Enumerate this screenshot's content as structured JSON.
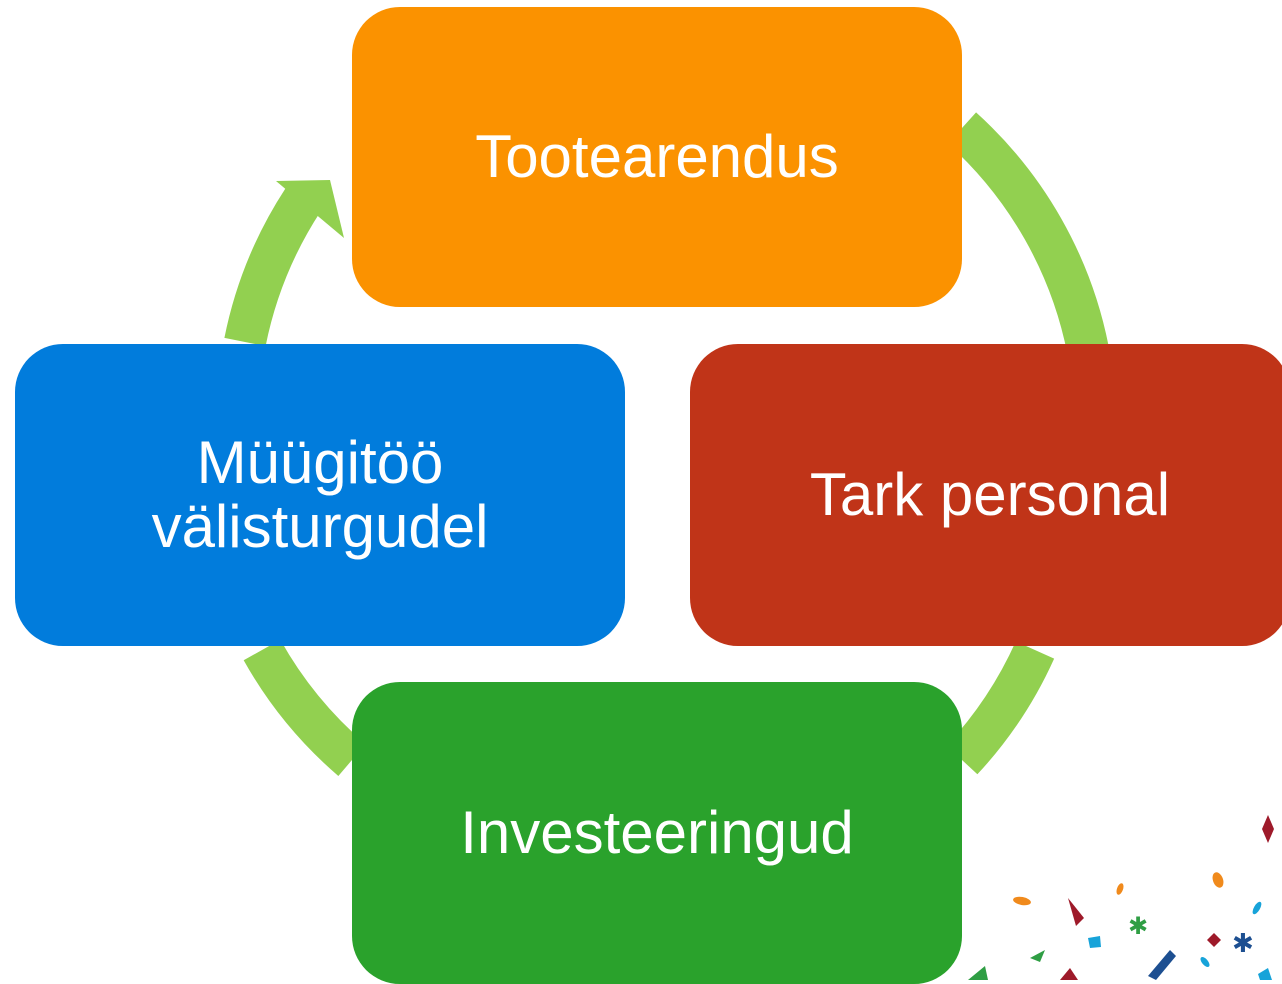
{
  "diagram": {
    "type": "cycle",
    "arrow_color": "#92d050",
    "nodes": [
      {
        "id": "top",
        "label": "Tootearendus",
        "color": "#fb9200"
      },
      {
        "id": "right",
        "label": "Tark personal",
        "color": "#c03418"
      },
      {
        "id": "bottom",
        "label": "Investeeringud",
        "color": "#2aa22c"
      },
      {
        "id": "left",
        "label": "Müügitöö välisturgudel",
        "label_lines": [
          "Müügitöö",
          "välisturgudel"
        ],
        "color": "#017cdc"
      }
    ],
    "edges": [
      {
        "from": "top",
        "to": "right"
      },
      {
        "from": "right",
        "to": "bottom"
      },
      {
        "from": "bottom",
        "to": "left"
      },
      {
        "from": "left",
        "to": "top"
      }
    ],
    "decoration": {
      "name": "confetti",
      "colors": [
        "#9e1a2a",
        "#f08a1c",
        "#17a3d9",
        "#2f9e44",
        "#1d4f91"
      ]
    }
  }
}
